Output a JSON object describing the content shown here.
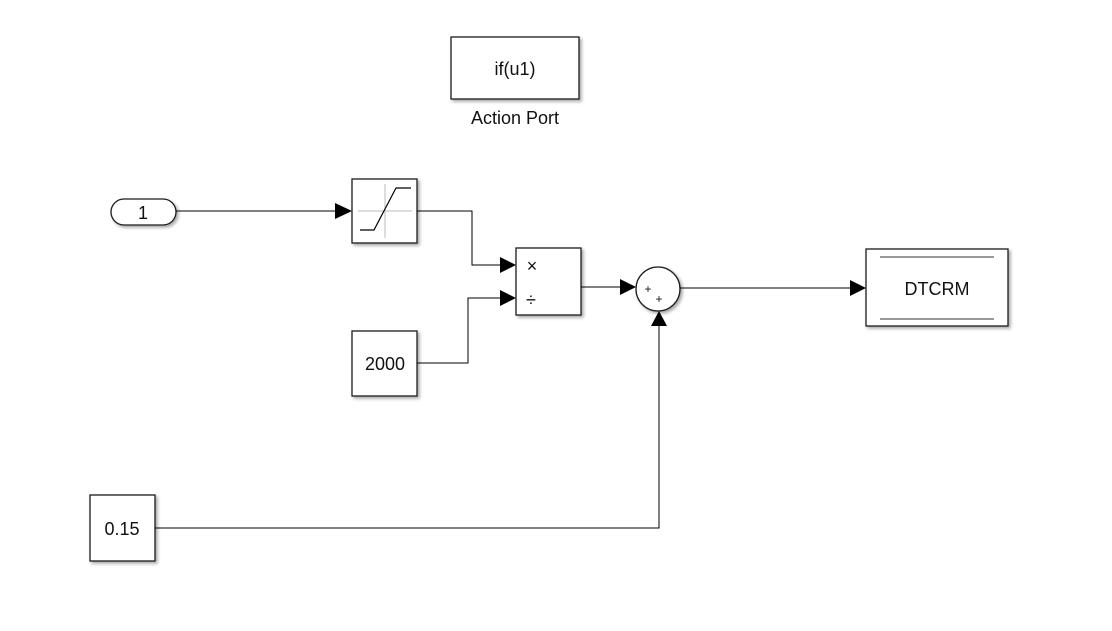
{
  "diagram": {
    "blocks": {
      "action_port": {
        "label": "if(u1)",
        "caption": "Action Port"
      },
      "inport": {
        "label": "1"
      },
      "saturation": {
        "label": ""
      },
      "constant_2000": {
        "label": "2000"
      },
      "constant_015": {
        "label": "0.15"
      },
      "product": {
        "mul_sign": "×",
        "div_sign": "÷"
      },
      "sum": {
        "signs": [
          "+",
          "+"
        ]
      },
      "goto": {
        "label": "DTCRM"
      }
    }
  }
}
